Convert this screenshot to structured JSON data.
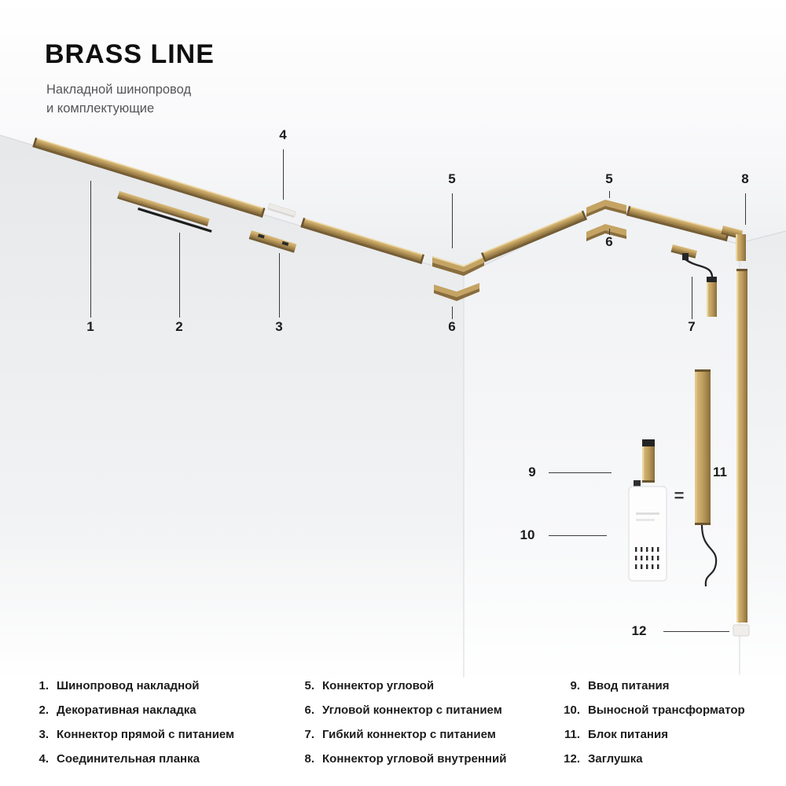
{
  "header": {
    "title": "BRASS LINE",
    "subtitle_line1": "Накладной шинопровод",
    "subtitle_line2": "и комплектующие"
  },
  "colors": {
    "brass": "#c4a363",
    "brass_dark": "#8a6d3c",
    "wall": "#ecedef",
    "text": "#1c1c1c"
  },
  "diagram": {
    "equals_sign": "=",
    "callouts": {
      "c1": "1",
      "c2": "2",
      "c3": "3",
      "c4": "4",
      "c5a": "5",
      "c5b": "5",
      "c6a": "6",
      "c6b": "6",
      "c7": "7",
      "c8": "8",
      "c9": "9",
      "c10": "10",
      "c11": "11",
      "c12": "12"
    }
  },
  "legend": {
    "columns": [
      {
        "items": [
          {
            "num": "1.",
            "label": "Шинопровод накладной"
          },
          {
            "num": "2.",
            "label": "Декоративная накладка"
          },
          {
            "num": "3.",
            "label": "Коннектор прямой с питанием"
          },
          {
            "num": "4.",
            "label": "Соединительная планка"
          }
        ]
      },
      {
        "items": [
          {
            "num": "5.",
            "label": "Коннектор угловой"
          },
          {
            "num": "6.",
            "label": "Угловой коннектор с питанием"
          },
          {
            "num": "7.",
            "label": "Гибкий коннектор с питанием"
          },
          {
            "num": "8.",
            "label": "Коннектор угловой внутренний"
          }
        ]
      },
      {
        "items": [
          {
            "num": "9.",
            "label": "Ввод питания"
          },
          {
            "num": "10.",
            "label": "Выносной трансформатор"
          },
          {
            "num": "11.",
            "label": "Блок питания"
          },
          {
            "num": "12.",
            "label": "Заглушка"
          }
        ]
      }
    ]
  }
}
